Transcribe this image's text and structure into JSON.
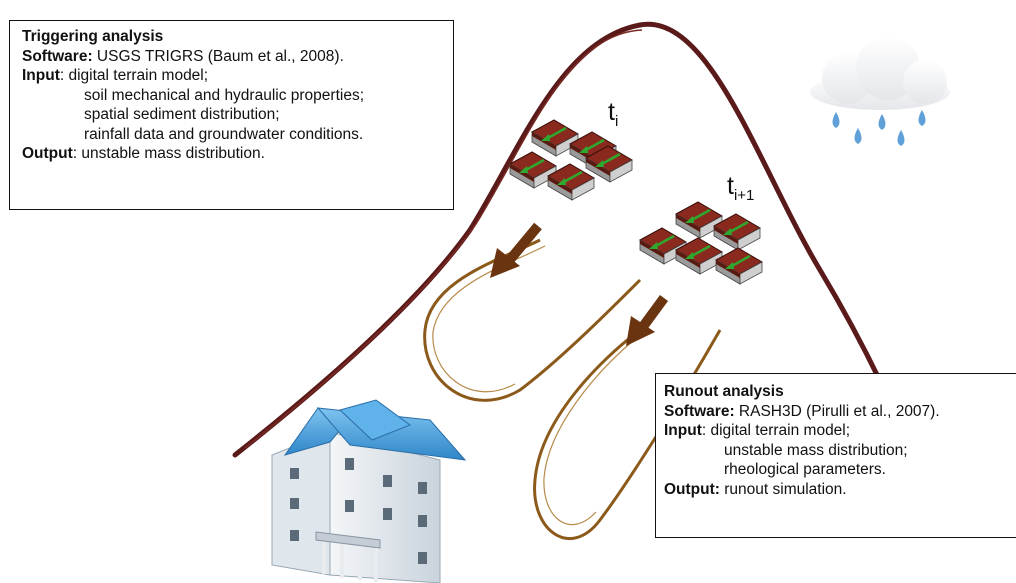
{
  "triggering": {
    "title": "Triggering analysis",
    "software_label": "Software:",
    "software_value": " USGS TRIGRS (Baum et al., 2008).",
    "input_label": "Input",
    "input_first": ": digital terrain model;",
    "input_items": [
      "soil mechanical and hydraulic properties;",
      "spatial sediment distribution;",
      "rainfall data and groundwater conditions."
    ],
    "output_label": "Output",
    "output_value": ": unstable mass distribution."
  },
  "runout": {
    "title": "Runout analysis",
    "software_label": "Software:",
    "software_value": " RASH3D (Pirulli et al., 2007).",
    "input_label": "Input",
    "input_first": ": digital terrain model;",
    "input_items": [
      "unstable mass distribution;",
      "rheological parameters."
    ],
    "output_label": "Output:",
    "output_value": " runout simulation."
  },
  "time_labels": {
    "t1_base": "t",
    "t1_sub": "i",
    "t2_base": "t",
    "t2_sub": "i+1"
  },
  "colors": {
    "hill": "#5a1a1a",
    "runout_track": "#8b5a1a",
    "arrow": "#6b3410",
    "block_top": "#8a2a1e",
    "block_side": "#999999",
    "flow_arrow": "#2fa82f",
    "rain": "#5fa0d8",
    "roof": "#4a9fd8"
  }
}
